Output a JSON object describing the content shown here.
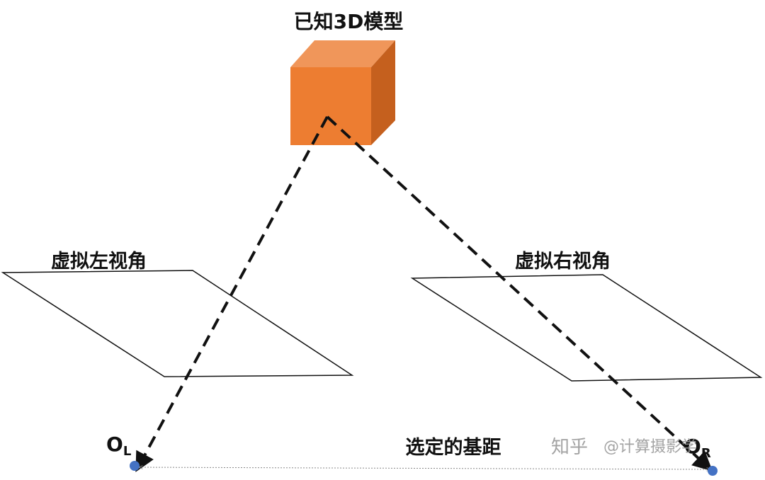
{
  "labels": {
    "model": "已知3D模型",
    "left_view": "虚拟左视角",
    "right_view": "虚拟右视角",
    "baseline": "选定的基距",
    "left_origin": "O",
    "left_origin_sub": "L",
    "right_origin": "O",
    "right_origin_sub": "R"
  },
  "watermark": {
    "brand": "知乎",
    "account": "@计算摄影学"
  },
  "colors": {
    "cube_front": "#ED7D31",
    "cube_top": "#F0965A",
    "cube_side": "#C5601E",
    "camera_point": "#4472C4",
    "line": "#111111"
  }
}
